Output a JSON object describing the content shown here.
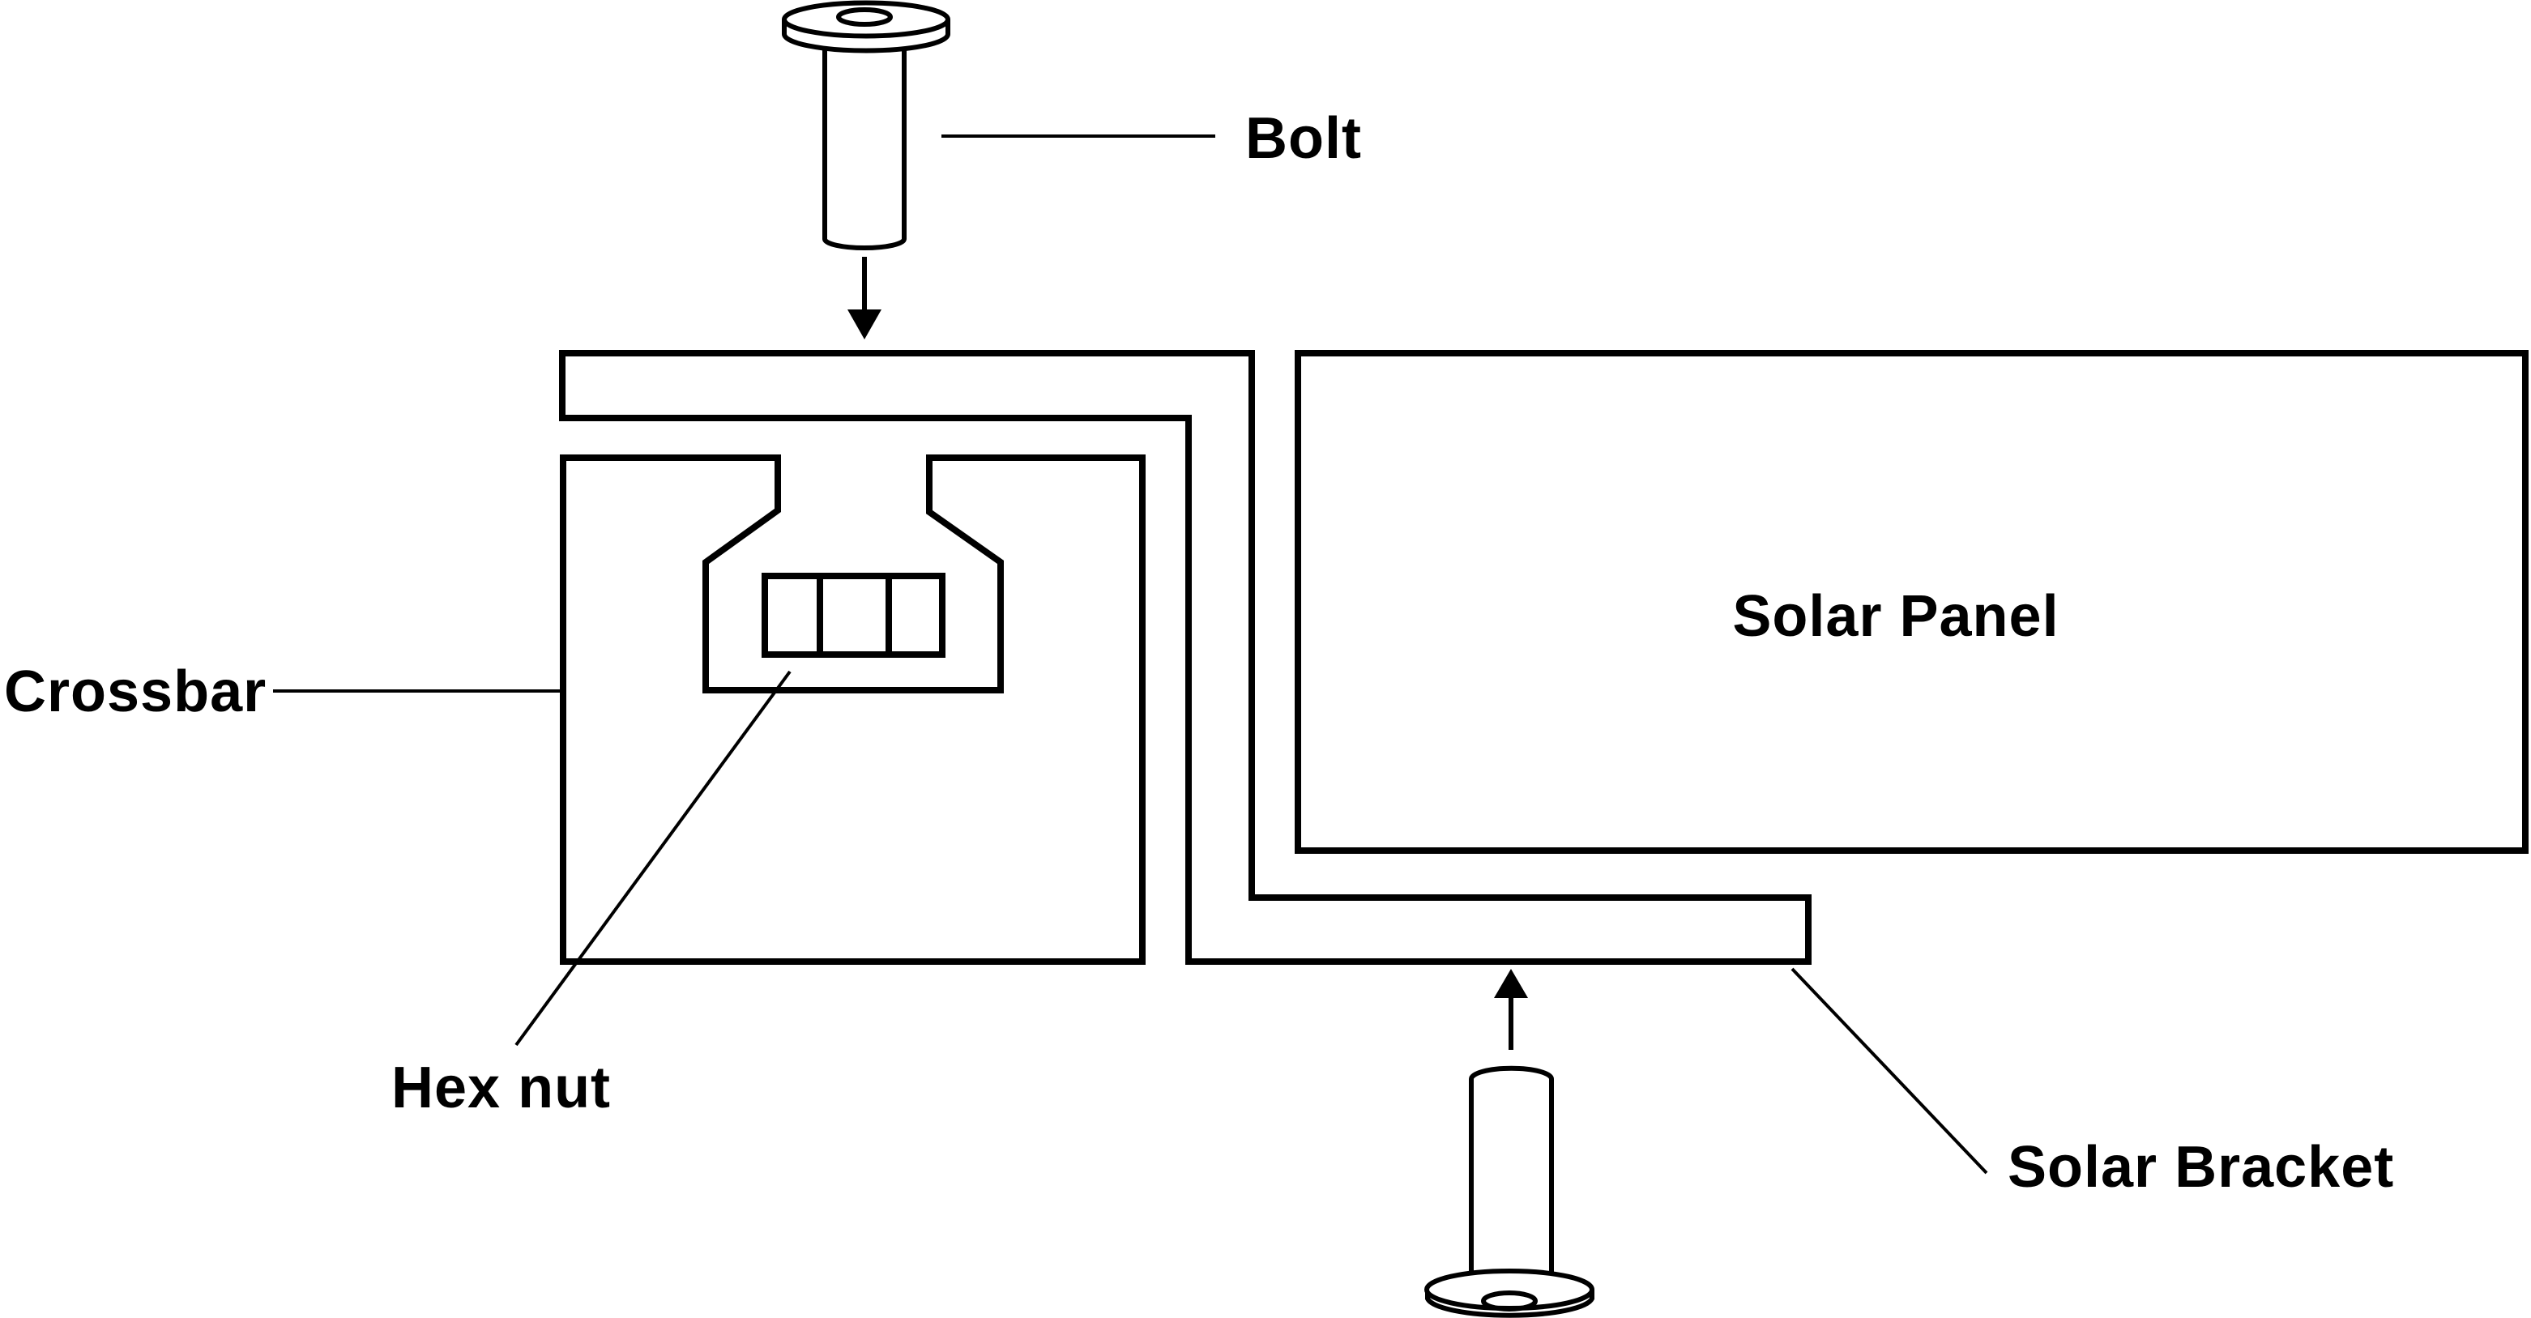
{
  "diagram": {
    "type": "exploded-assembly-diagram",
    "background_color": "#ffffff",
    "line_color": "#000000",
    "text_color": "#000000",
    "labels": {
      "bolt": "Bolt",
      "crossbar": "Crossbar",
      "hex_nut": "Hex nut",
      "solar_panel": "Solar Panel",
      "solar_bracket": "Solar Bracket"
    }
  }
}
